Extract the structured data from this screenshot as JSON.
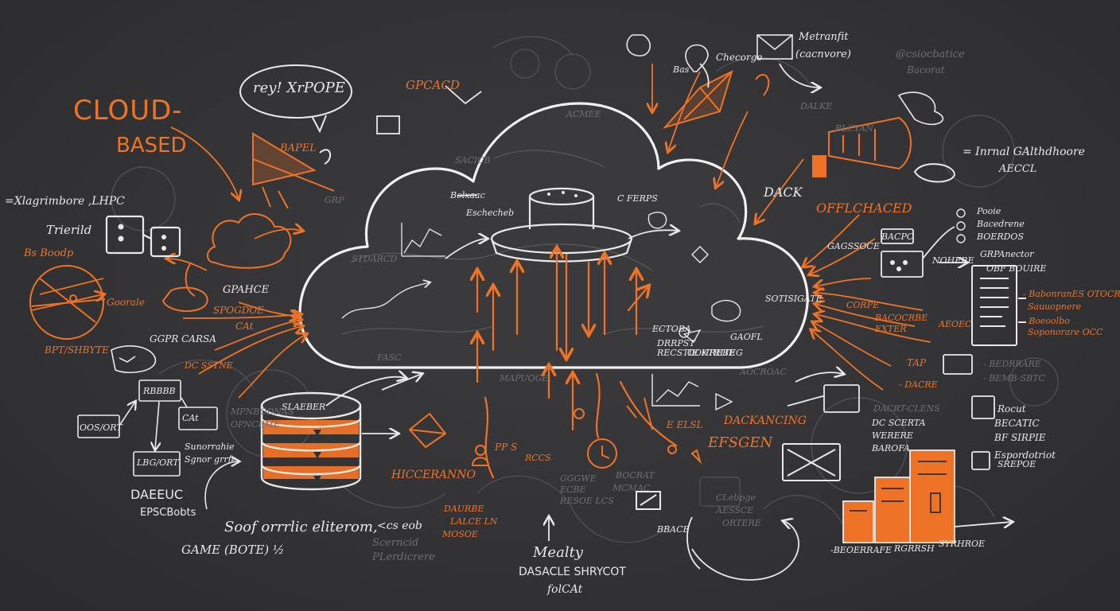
{
  "colors": {
    "background": "#333335",
    "chalk": "#e9e9e9",
    "accent": "#ef7326",
    "faint": "#6f6f72"
  },
  "icons": [
    "cloud-icon",
    "database-icon",
    "server-rack-icon",
    "speech-bubble-icon",
    "envelope-icon",
    "clock-icon",
    "document-icon",
    "chart-icon",
    "gear-icon",
    "hot-air-balloon-icon",
    "person-icon",
    "monitor-icon",
    "cube-icon"
  ],
  "labels": {
    "cloud_based_1": "CLOUD-",
    "cloud_based_2": "BASED",
    "bubble_text": "rey! XrPOPE",
    "bapel": "BAPEL",
    "gpcacd": "GPCACD",
    "xlagrimbore": "=Xlagrimbore ,LHPC",
    "trierild": "Trierild",
    "bs_boodp": "Bs Boodp",
    "gpahce": "GPAHCE",
    "goorale": "Goorale",
    "spogdoe": "SPOGDOE",
    "cat": "CAt",
    "ggpr_carsa": "GGPR CARSA",
    "bpt_shbyte": "BPT/SHBYTE",
    "rbbbb": "RBBBB",
    "oos_ort": "OOS/ORT",
    "dc_sstne": "DC SSTNE",
    "lbgort": "LBG/ORT",
    "sunorrahie": "Sunorrahie",
    "sgnor_grrfe": "Sgnor grrfe",
    "daeeuc": "DAEEUC",
    "epscboots": "EPSCBobts",
    "soof_orrrlic": "Soof orrrlic eliterom,",
    "game_bote": "GAME (BOTE) ½",
    "cs_eob": "<cs eob",
    "scerncid": "Scerncid",
    "plerdicrere": "PLerdicrere",
    "hicceranno": "HICCERANNO",
    "mealty": "Mealty",
    "dasacle_shrycot": "DASACLE SHRYCOT",
    "folcat": "folCAt",
    "pp_s": "PP S",
    "metranfit": "Metranfit",
    "cacnvore": "(cacnvore)",
    "checorge": "Checorge",
    "bas": "Bas",
    "csiocbatice": "@csiocbatice",
    "bacorat": "Bacorat",
    "dack": "DACK",
    "offlchaced": "OFFLCHACED",
    "inrnal": "= Inrnal GAlthdhoore",
    "arccl": "AECCL",
    "pooie": "Pooie",
    "bacedrene": "Bacedrene",
    "boerdos": "BOERDOS",
    "grpanector": "GRPAnector",
    "obfbouire": "OBF BOUIRE",
    "babontanes": "- BabonranES OTOCRE",
    "sauuopnere": "Sauuopnere",
    "boeoolbo": "- Boeoolbo",
    "soponorare": "Soponorare OCC",
    "tbd_ap": "TAP",
    "bedrrare": "- BEDRRARE",
    "bemb_sbtc": "- BEMB-SBTC",
    "dacrt_clens": "DACRT-CLENS",
    "dacre": "- DACRE",
    "dc_scerta": "DC SCERTA",
    "werere": "WERERE",
    "barofa": "BAROFA",
    "blcyan": "BLCYAN",
    "rocut": "Rocut",
    "becatic": "BECATIC",
    "bf_sirpie": "BF SIRPIE",
    "espordotriot": "Espordotriot",
    "srepoe": "SREPOE",
    "dackancing": "DACKANCING",
    "efsgen": "EFSGEN",
    "e_elsl": "E ELSL",
    "beoerrafe": "-BEOERRAFE",
    "rgrrsh": "RGRRSH",
    "syrhroe": "SYRHROE",
    "clebpge": "CLebpge",
    "aessce": "AESSCE",
    "ortere": "ORTERE",
    "bbace": "BBACE",
    "gggwe": "GGGWE",
    "ecbe": "ECBE",
    "resoe_lcs": "RESOE LCS",
    "drrpst": "DRRPST",
    "recstie_ktriteg": "RECSTIE KTRITEG",
    "ectoba": "ECTOBA",
    "sotisigate": "SOTISIGATE",
    "bolxaac": "Bolxaac",
    "eschecheb": "Eschecheb",
    "c_ferps": "C FERPS",
    "bacpc": "BACPC",
    "gagssoce": "GAGSSOCE",
    "nohere": "NOHERE",
    "corpe": "CORPE",
    "bacocrbe": "BACOCRBE",
    "exter": "EXTER",
    "aeoec": "AEOEC",
    "slaeber": "SLAEBER",
    "lalce_ln": "LALCE LN",
    "daurbe": "DAURBE",
    "mosoe": "MOSOE",
    "rccs": "RCCS",
    "bocrat": "BOCRAT",
    "mcmac": "MCMAC",
    "gaofl": "GAOFL",
    "oohrebe": "OOHREBE",
    "mpnbodnas": "MPNBODNAS",
    "opnceme": "OPNCEME",
    "stdarcd": "STDARCD",
    "fasc": "FASC",
    "mapuoge": "MAPUOGE",
    "aocroac": "AOCROAC",
    "acmee": "ACMEE",
    "sacicb": "SACICB",
    "grp": "GRP",
    "dalke": "DALKE"
  }
}
